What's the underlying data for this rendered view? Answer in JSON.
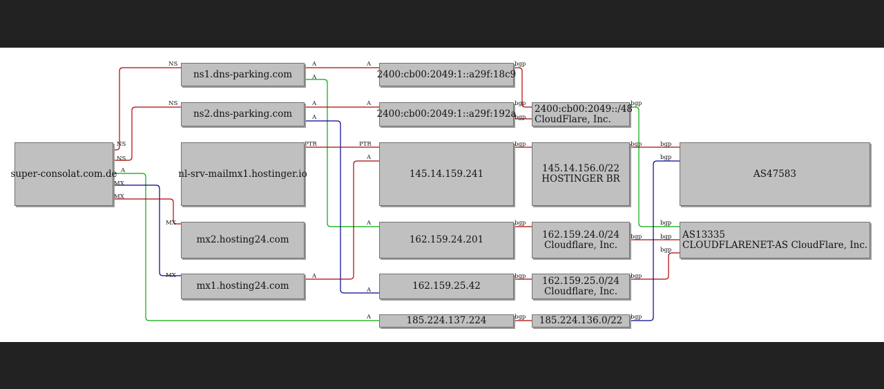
{
  "colors": {
    "red": "#b00000",
    "green": "#00aa00",
    "blue": "#000090",
    "node_fill": "#c0c0c0"
  },
  "nodes": {
    "domain": "super-consolat.com.de",
    "ns1": "ns1.dns-parking.com",
    "ns2": "ns2.dns-parking.com",
    "ptr_host": "nl-srv-mailmx1.hostinger.io",
    "mx2": "mx2.hosting24.com",
    "mx1": "mx1.hosting24.com",
    "ip6_a": "2400:cb00:2049:1::a29f:18c9",
    "ip6_b": "2400:cb00:2049:1::a29f:192a",
    "ip_145": "145.14.159.241",
    "ip_162_201": "162.159.24.201",
    "ip_162_42": "162.159.25.42",
    "ip_185": "185.224.137.224",
    "pfx_ip6": {
      "line1": "2400:cb00:2049::/48",
      "line2": "CloudFlare, Inc."
    },
    "pfx_145": {
      "line1": "145.14.156.0/22",
      "line2": "HOSTINGER BR"
    },
    "pfx_162_24": {
      "line1": "162.159.24.0/24",
      "line2": "Cloudflare, Inc."
    },
    "pfx_162_25": {
      "line1": "162.159.25.0/24",
      "line2": "Cloudflare, Inc."
    },
    "pfx_185": "185.224.136.0/22",
    "as47583": "AS47583",
    "as13335": {
      "line1": "AS13335",
      "line2": "CLOUDFLARENET-AS CloudFlare, Inc."
    }
  },
  "edge_labels": {
    "ns": "NS",
    "a": "A",
    "mx": "MX",
    "ptr": "PTR",
    "bgp": "bgp"
  }
}
